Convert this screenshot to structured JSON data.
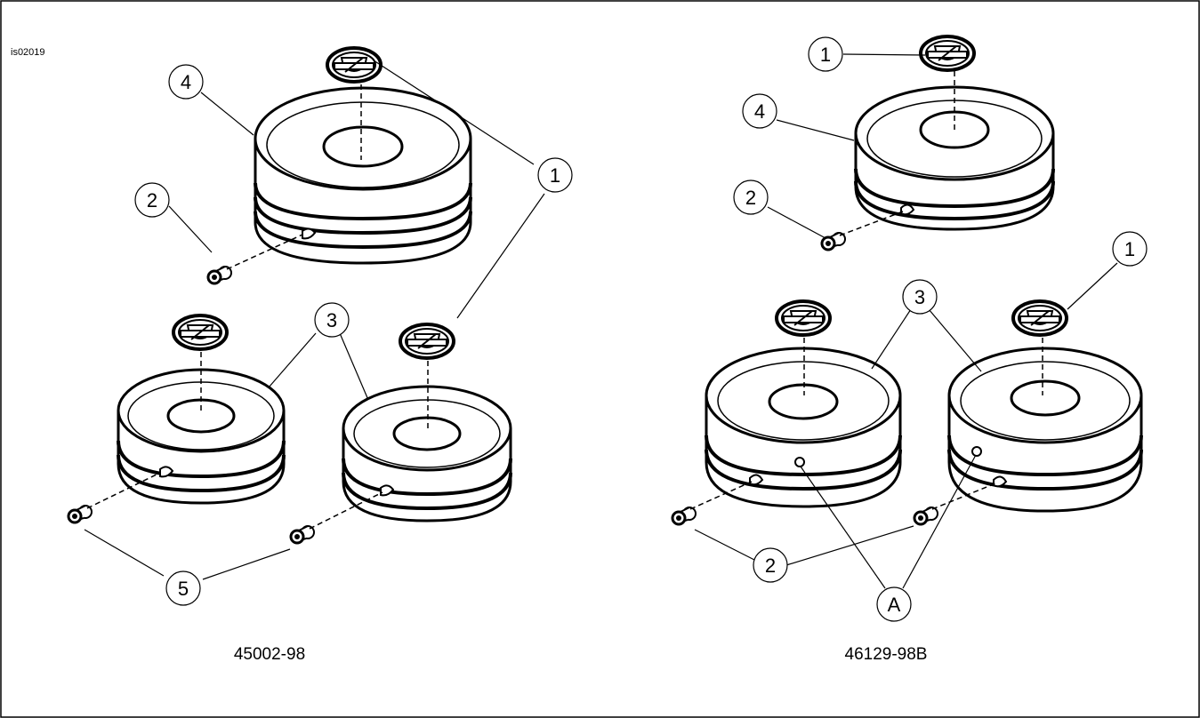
{
  "figure_id": "is02019",
  "kits": [
    {
      "part_number": "45002-98",
      "callouts": [
        "1",
        "2",
        "3",
        "4",
        "5"
      ]
    },
    {
      "part_number": "46129-98B",
      "callouts": [
        "1",
        "1",
        "2",
        "2",
        "3",
        "4",
        "A"
      ]
    }
  ],
  "logo_icon": "bar-and-shield-medallion-icon"
}
